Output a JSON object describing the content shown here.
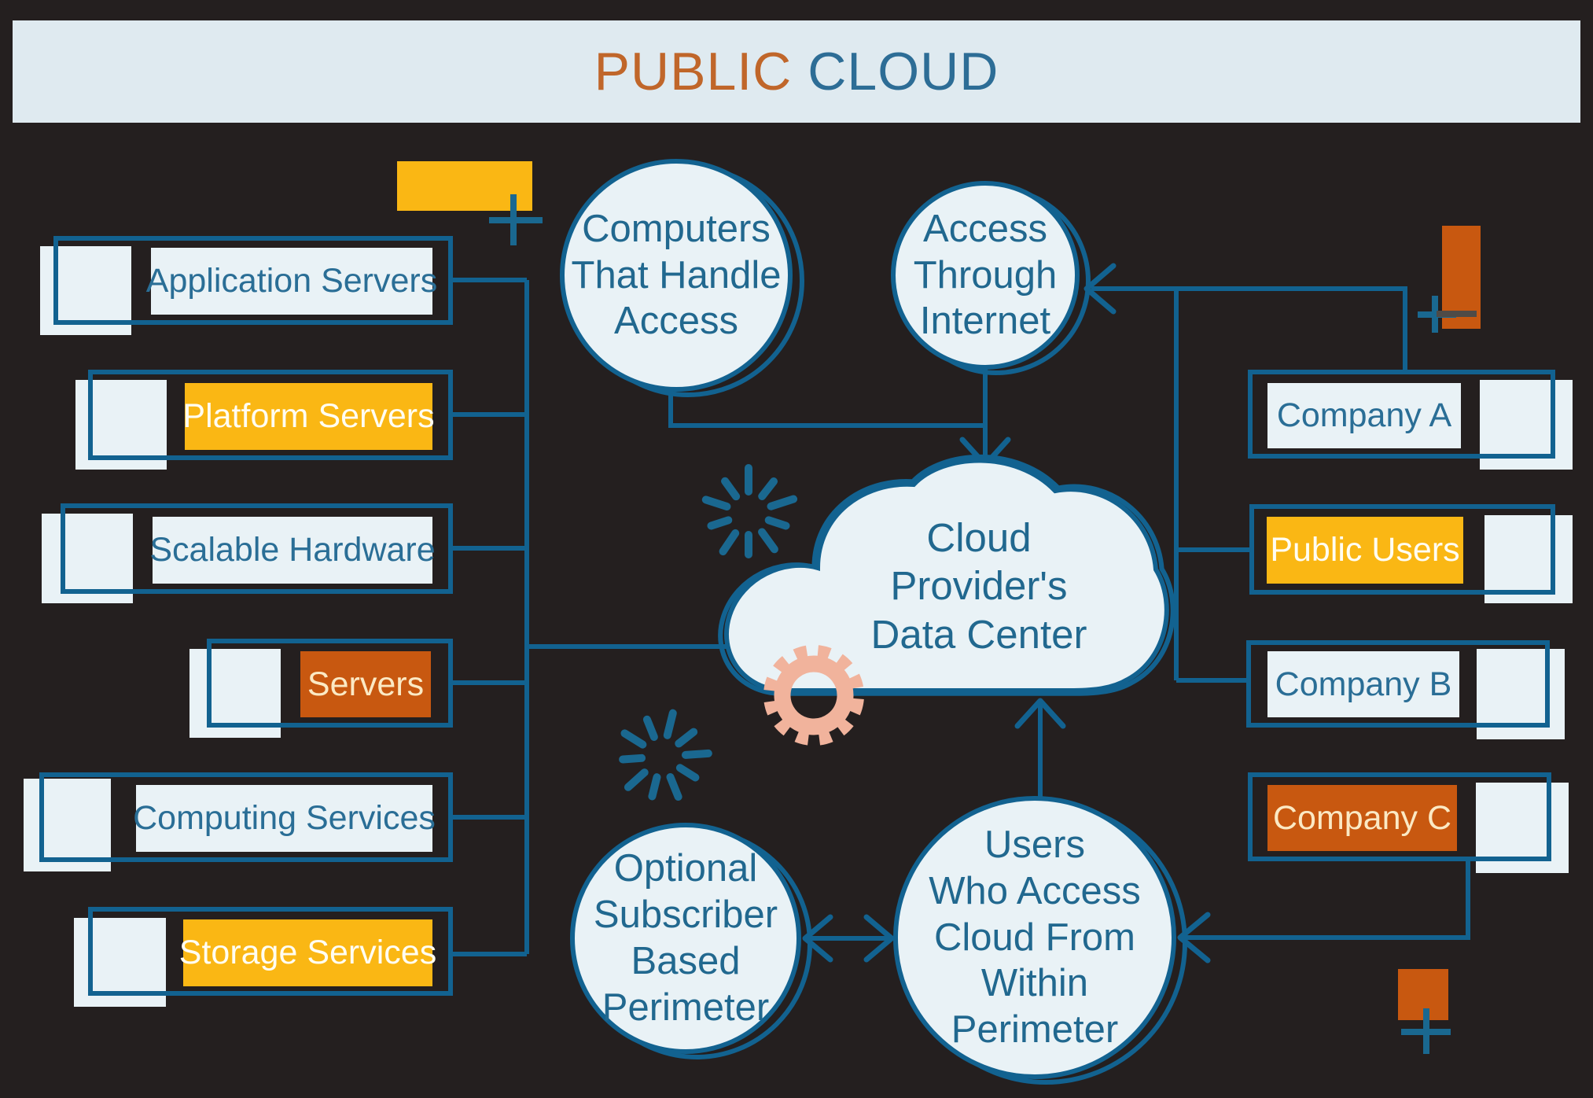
{
  "title": {
    "public": "PUBLIC",
    "cloud": "CLOUD"
  },
  "left_items": [
    {
      "label": "Application Servers",
      "variant": "light"
    },
    {
      "label": "Platform Servers",
      "variant": "yellow"
    },
    {
      "label": "Scalable Hardware",
      "variant": "light"
    },
    {
      "label": "Servers",
      "variant": "orange"
    },
    {
      "label": "Computing Services",
      "variant": "light"
    },
    {
      "label": "Storage Services",
      "variant": "yellow"
    }
  ],
  "right_items": [
    {
      "label": "Company A",
      "variant": "light"
    },
    {
      "label": "Public Users",
      "variant": "yellow"
    },
    {
      "label": "Company B",
      "variant": "light"
    },
    {
      "label": "Company C",
      "variant": "orange"
    }
  ],
  "nodes": {
    "computers": "Computers\nThat Handle\nAccess",
    "internet": "Access\nThrough\nInternet",
    "cloud": "Cloud\nProvider's\nData Center",
    "optional": "Optional\nSubscriber\nBased\nPerimeter",
    "users": "Users\nWho Access\nCloud From\nWithin\nPerimeter"
  },
  "icons": [
    "gear-icon",
    "spinner-icon",
    "plus-icon"
  ],
  "colors": {
    "background": "#241f1f",
    "connector_teal": "#126290",
    "title_bar": "#dfeaf0",
    "light_fill": "#e9f2f6",
    "accent_yellow": "#fab714",
    "accent_orange": "#c85810",
    "teal_text": "#2a6e96",
    "title_orange": "#c0662a",
    "title_blue": "#2d6d96",
    "gear_peach": "#f1b39c"
  }
}
